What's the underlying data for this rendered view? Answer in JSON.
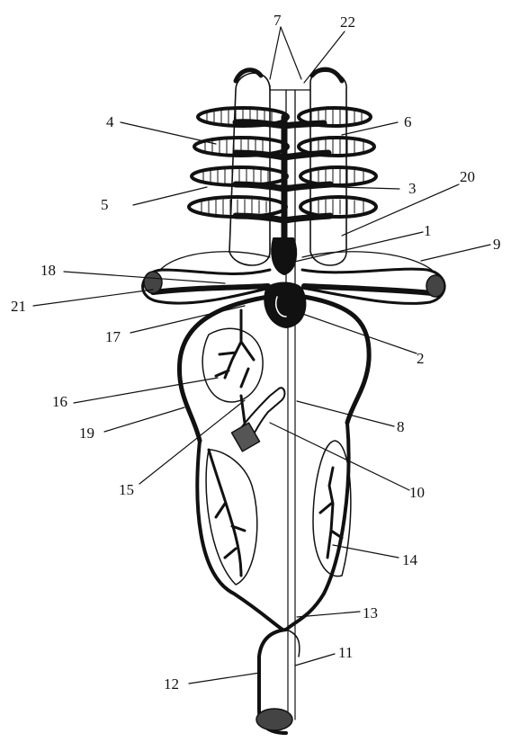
{
  "diagram": {
    "labels": [
      "7",
      "22",
      "4",
      "6",
      "3",
      "20",
      "5",
      "1",
      "9",
      "18",
      "21",
      "17",
      "2",
      "16",
      "8",
      "19",
      "10",
      "15",
      "14",
      "13",
      "11",
      "12"
    ]
  },
  "colors": {
    "ink": "#111111",
    "background": "#ffffff"
  }
}
